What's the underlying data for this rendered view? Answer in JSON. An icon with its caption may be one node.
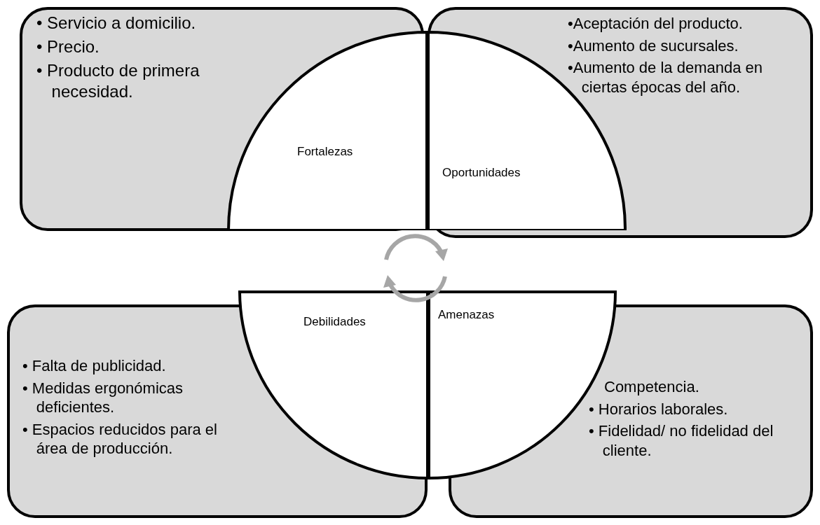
{
  "diagram": {
    "nodes": [
      {
        "text": [
          "• Servicio a domicilio.",
          "• Precio.",
          "• Producto de primera necesidad."
        ]
      },
      {
        "text": [
          "Fortalezas"
        ],
        "in": 0
      },
      {
        "text": [
          "•Aceptación del producto.",
          "•Aumento de sucursales.",
          "•Aumento de la demanda en ciertas épocas del año."
        ]
      },
      {
        "text": [
          "Oportunidades"
        ],
        "in": 2
      },
      {
        "text": [
          "• Falta de publicidad.",
          "• Medidas ergonómicas deficientes.",
          "• Espacios reducidos para el área de producción."
        ]
      },
      {
        "text": [
          "Debilidades"
        ]
      },
      {
        "text": [
          "Competencia.",
          "• Horarios laborales.",
          "• Fidelidad/ no fidelidad del cliente."
        ]
      },
      {
        "text": [
          "Amenazas"
        ]
      }
    ],
    "edges": []
  }
}
